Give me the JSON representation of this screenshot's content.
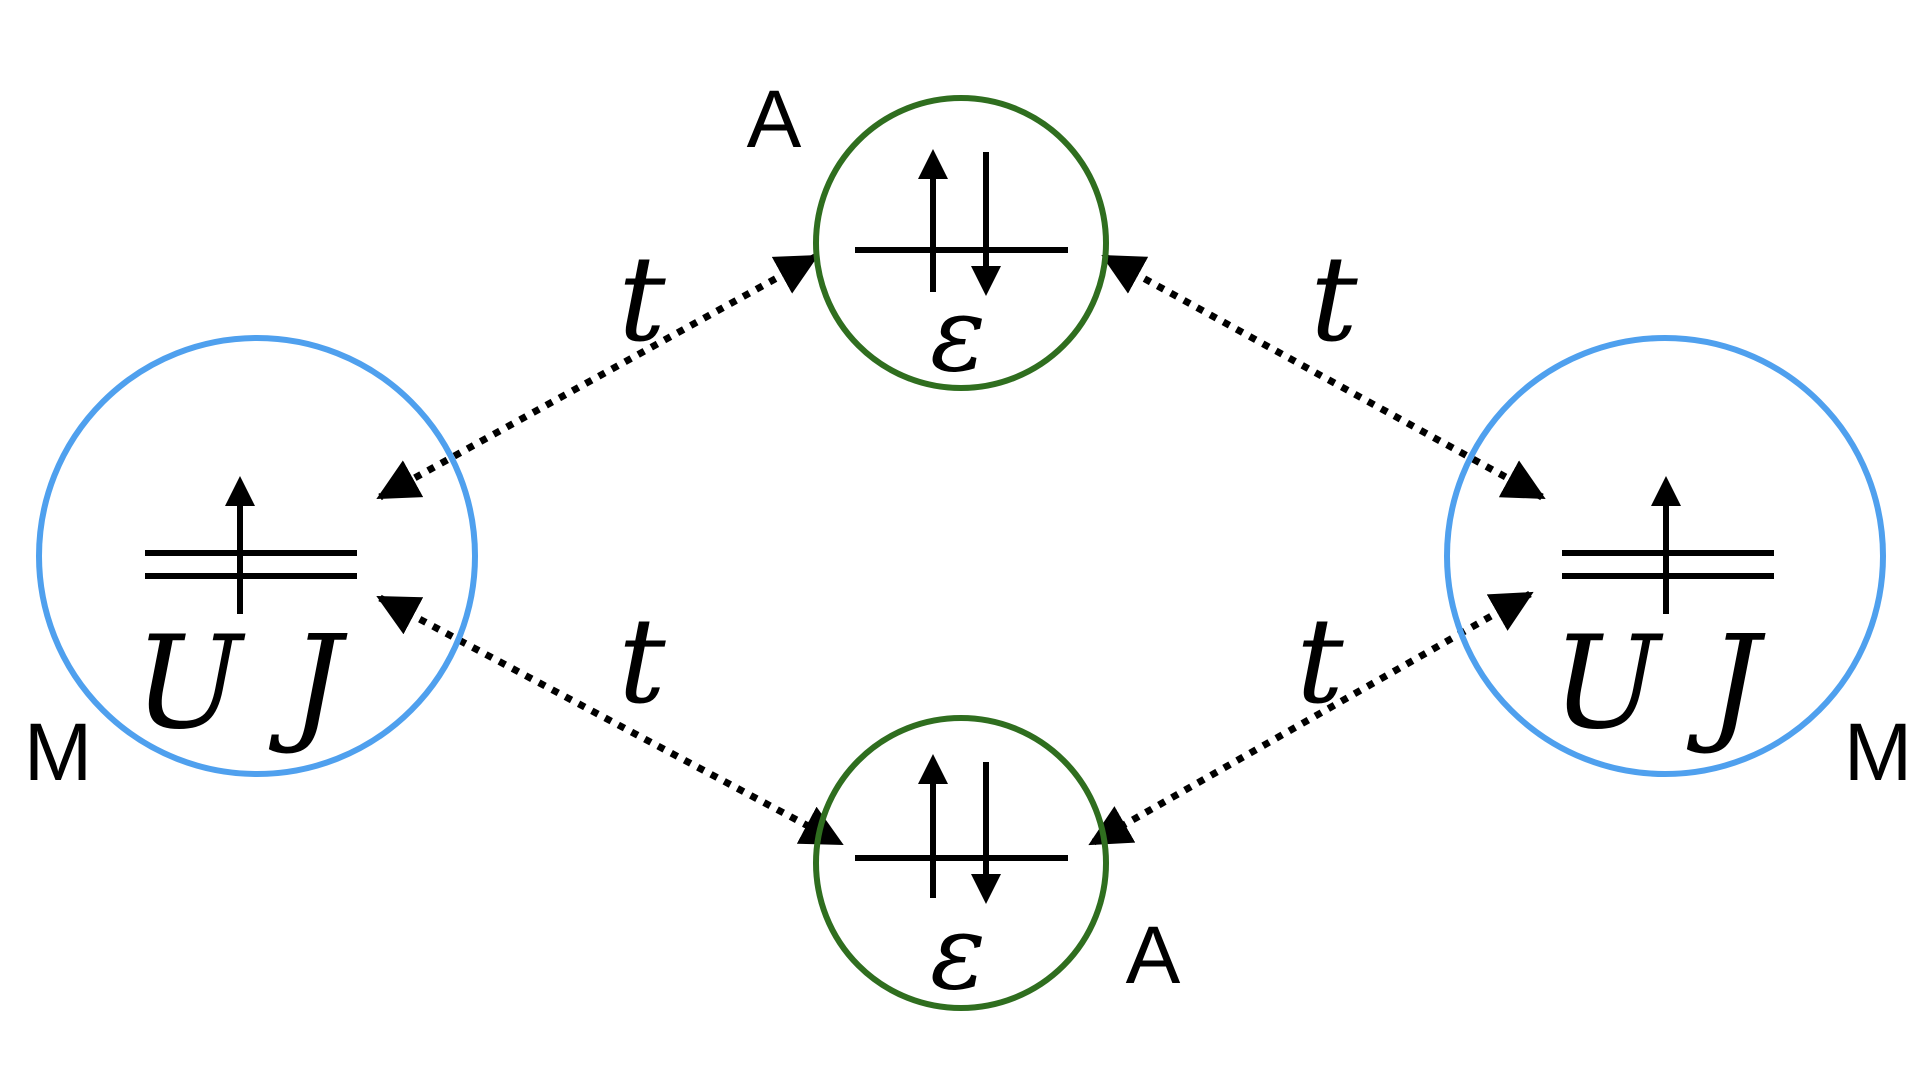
{
  "colors": {
    "metal_ring": "#4fa0ee",
    "anion_ring": "#2f6e1f",
    "ink": "#000000",
    "background": "#ffffff"
  },
  "metal_sites": [
    {
      "site_label": "M",
      "u_label": "U",
      "j_label": "J",
      "spin": "up"
    },
    {
      "site_label": "M",
      "u_label": "U",
      "j_label": "J",
      "spin": "up"
    }
  ],
  "anion_sites": [
    {
      "site_label": "A",
      "energy_label": "ε",
      "spins": "up-down"
    },
    {
      "site_label": "A",
      "energy_label": "ε",
      "spins": "up-down"
    }
  ],
  "hopping": [
    {
      "label": "t",
      "style": "dotted",
      "direction": "bidirectional"
    },
    {
      "label": "t",
      "style": "dotted",
      "direction": "bidirectional"
    },
    {
      "label": "t",
      "style": "dotted",
      "direction": "bidirectional"
    },
    {
      "label": "t",
      "style": "dotted",
      "direction": "bidirectional"
    }
  ]
}
